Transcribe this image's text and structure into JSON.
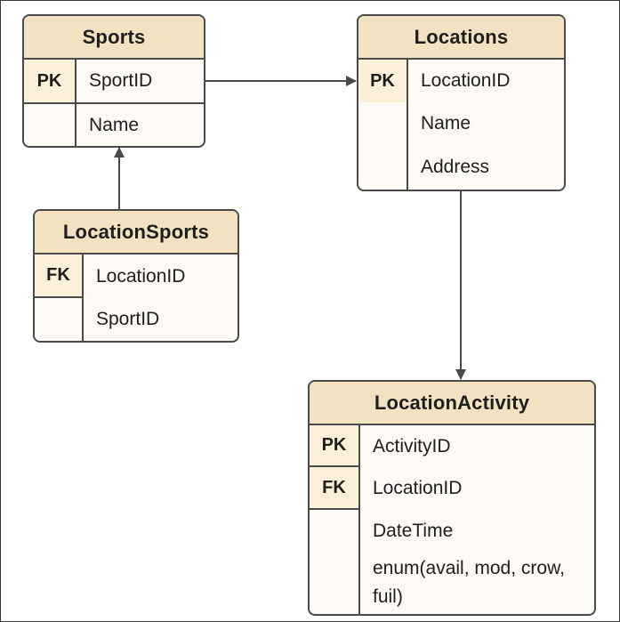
{
  "diagram": {
    "entities": {
      "sports": {
        "name": "Sports",
        "rows": [
          {
            "key": "PK",
            "field": "SportID"
          },
          {
            "key": "",
            "field": "Name"
          }
        ]
      },
      "locations": {
        "name": "Locations",
        "rows": [
          {
            "key": "PK",
            "field": "LocationID"
          },
          {
            "key": "",
            "field": "Name"
          },
          {
            "key": "",
            "field": "Address"
          }
        ]
      },
      "location_sports": {
        "name": "LocationSports",
        "rows": [
          {
            "key": "FK",
            "field": "LocationID"
          },
          {
            "key": "",
            "field": "SportID"
          }
        ]
      },
      "location_activity": {
        "name": "LocationActivity",
        "rows": [
          {
            "key": "PK",
            "field": "ActivityID"
          },
          {
            "key": "FK",
            "field": "LocationID"
          },
          {
            "key": "",
            "field": "DateTime"
          },
          {
            "key": "",
            "field": "enum(avail, mod, crow, fuil)"
          }
        ]
      }
    },
    "relationships": [
      {
        "from": "Sports",
        "to": "Locations"
      },
      {
        "from": "LocationSports",
        "to": "Sports"
      },
      {
        "from": "Locations",
        "to": "LocationActivity"
      }
    ],
    "colors": {
      "header_fill": "#f3e2c2",
      "key_fill": "#fcf0da",
      "body_fill": "#fdfaf5",
      "border": "#4a4a4a"
    }
  }
}
